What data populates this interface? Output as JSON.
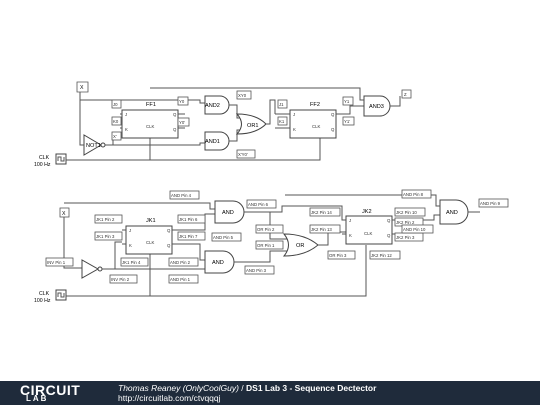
{
  "labels": {
    "x": "X",
    "z": "Z",
    "clk": "CLK",
    "hz": "100 Hz",
    "not1": "NOT1",
    "and1": "AND1",
    "and2": "AND2",
    "or1": "OR1",
    "ff1": "FF1",
    "ff2": "FF2",
    "jk1": "JK1",
    "jk2": "JK2",
    "j0": "J0",
    "k0": "K0",
    "xbar": "X'",
    "y0": "Y0",
    "y0bar": "Y0'",
    "xy0": "XY0",
    "xbary0bar": "X'Y0'",
    "j1": "J1",
    "k1": "K1",
    "y1": "Y1",
    "y1bar": "Y1'",
    "and3": "AND3",
    "and": "AND",
    "or": "OR",
    "inv_pin_1": "INV Pin 1",
    "inv_pin_2": "INV Pin 2",
    "jk1_pin_2": "JK1 Pin 2",
    "jk1_pin_3": "JK1 Pin 3",
    "jk1_pin_4": "JK1 Pin 4",
    "jk1_pin_6": "JK1 Pin 6",
    "jk1_pin_7": "JK1 Pin 7",
    "and_pin_1": "AND Pin 1",
    "and_pin_2": "AND Pin 2",
    "and_pin_3": "AND Pin 3",
    "and_pin_4": "AND Pin 4",
    "and_pin_5": "AND Pin 5",
    "and_pin_6": "AND Pin 6",
    "and_pin_8": "AND Pin 8",
    "and_pin_9": "AND Pin 9",
    "and_pin_10": "AND Pin 10",
    "or_pin_1": "OR Pin 1",
    "or_pin_2": "OR Pin 2",
    "or_pin_3": "OR Pin 3",
    "jk2_pin_2": "JK2 Pin 2",
    "jk2_pin_3": "JK2 Pin 3",
    "jk2_pin_10": "JK2 Pin 10",
    "jk2_pin_12": "JK2 Pin 12",
    "jk2_pin_13": "JK2 Pin 13",
    "jk2_pin_14": "JK2 Pin 14",
    "pin_j": "J",
    "pin_k": "K",
    "pin_q": "Q",
    "pin_qbar": "Q",
    "pin_clk": "CLK"
  },
  "footer": {
    "logo_top": "CIRCUIT",
    "logo_bottom": "LAB",
    "author": "Thomas Reaney (OnlyCoolGuy)",
    "separator": " / ",
    "title": "DS1 Lab 3 - Sequence Dectector",
    "url": "http://circuitlab.com/ctvqqqj"
  }
}
